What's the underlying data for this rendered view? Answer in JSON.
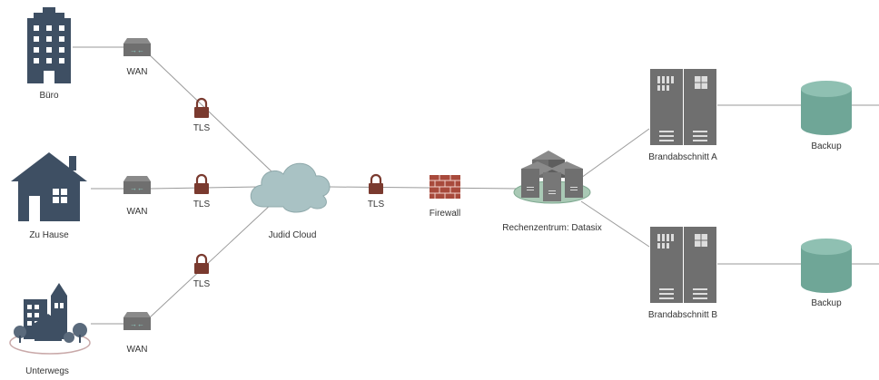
{
  "locations": {
    "office": "Büro",
    "home": "Zu Hause",
    "mobile": "Unterwegs"
  },
  "links": {
    "wan_office": "WAN",
    "wan_home": "WAN",
    "wan_mobile": "WAN",
    "tls_office": "TLS",
    "tls_home": "TLS",
    "tls_mobile": "TLS",
    "tls_cloud": "TLS"
  },
  "cloud": "Judid Cloud",
  "firewall": "Firewall",
  "datacenter": "Rechenzentrum: Datasix",
  "fire_zone_a": "Brandabschnitt A",
  "fire_zone_b": "Brandabschnitt B",
  "backup_a": "Backup",
  "backup_b": "Backup",
  "colors": {
    "building": "#3e4f63",
    "lock": "#7a3a2f",
    "router": "#777777",
    "cloud": "#a9c2c4",
    "firewall": "#a84a3c",
    "server": "#6f6f6f",
    "storage": "#6fa697",
    "line": "#9a9a9a"
  }
}
